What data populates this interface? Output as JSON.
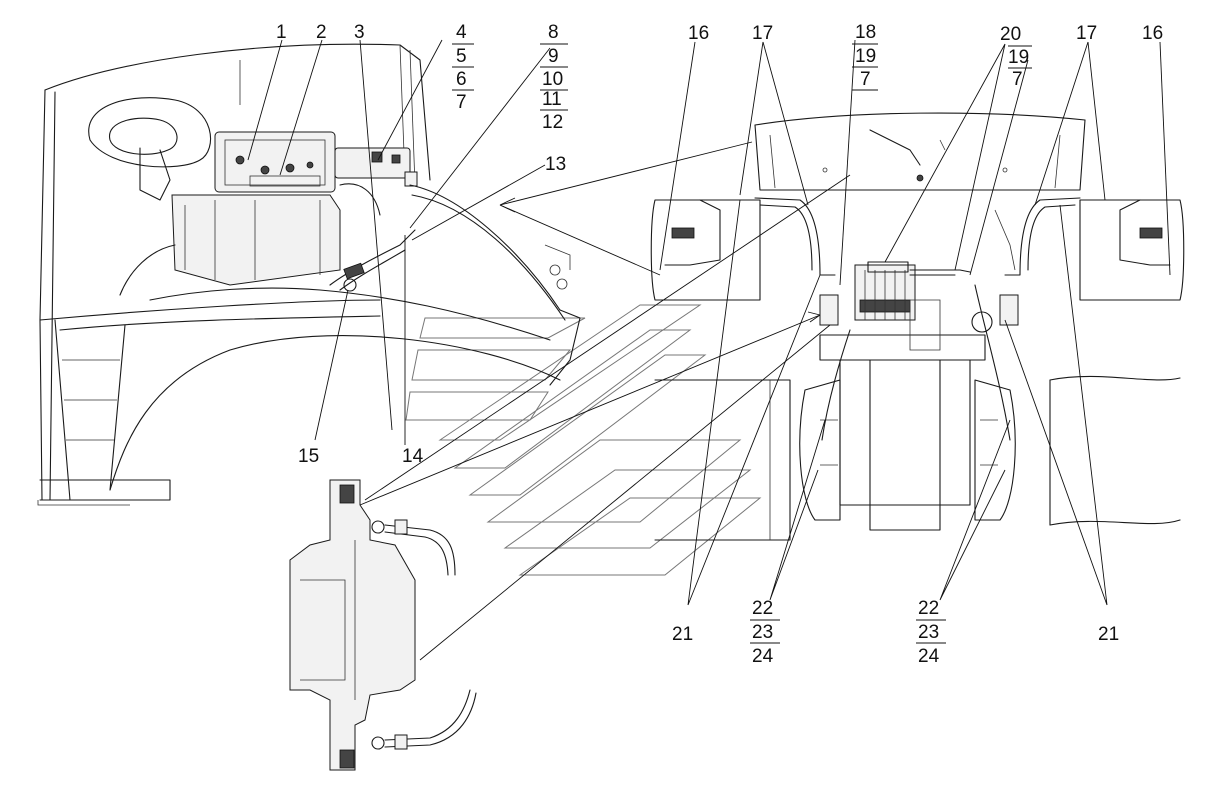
{
  "callouts": {
    "c1": "1",
    "c2": "2",
    "c3": "3",
    "c4": "4",
    "c5": "5",
    "c6": "6",
    "c7a": "7",
    "c8": "8",
    "c9": "9",
    "c10": "10",
    "c11": "11",
    "c12": "12",
    "c13": "13",
    "c14": "14",
    "c15": "15",
    "c16a": "16",
    "c16b": "16",
    "c17a": "17",
    "c17b": "17",
    "c18": "18",
    "c19a": "19",
    "c7b": "7",
    "c20": "20",
    "c19b": "19",
    "c7c": "7",
    "c21a": "21",
    "c21b": "21",
    "c22a": "22",
    "c23a": "23",
    "c24a": "24",
    "c22b": "22",
    "c23b": "23",
    "c24b": "24"
  }
}
